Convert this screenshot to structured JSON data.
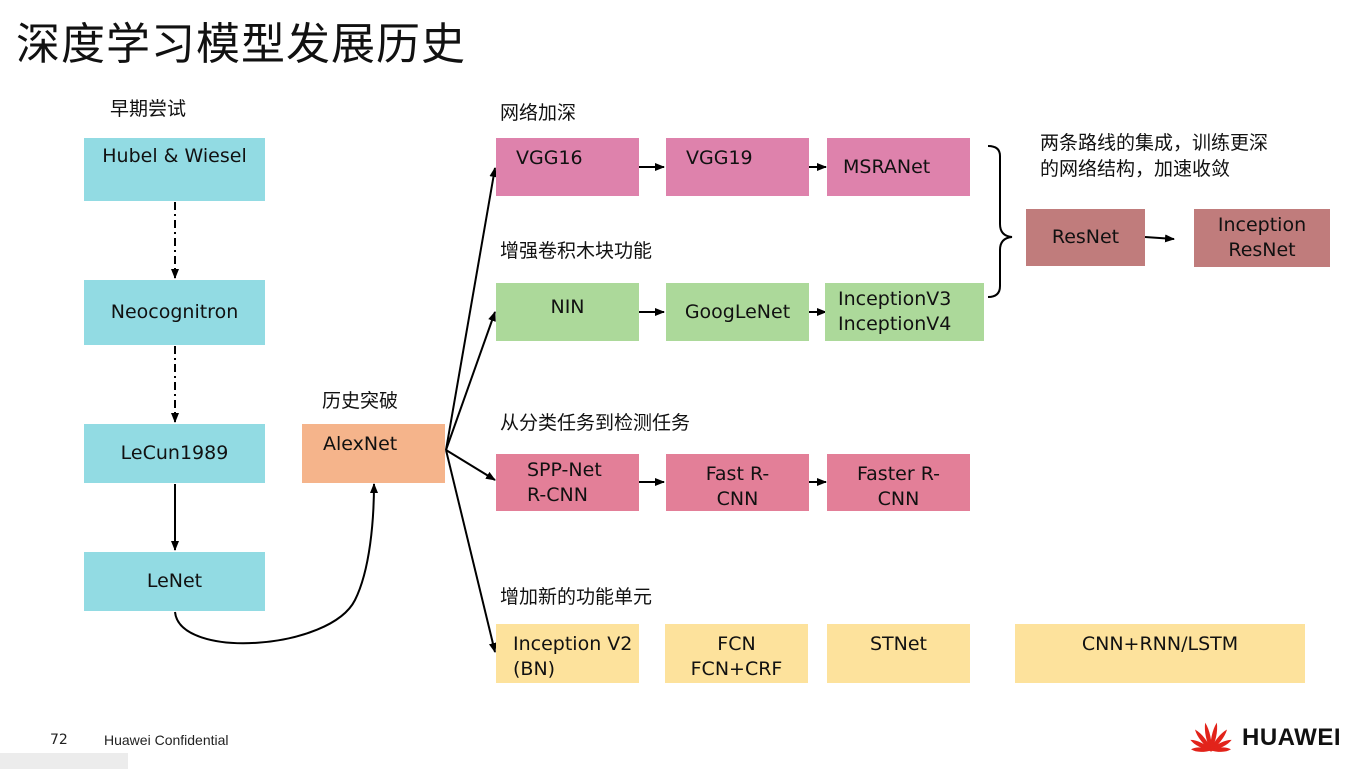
{
  "title": "深度学习模型发展历史",
  "sections": {
    "early": "早期尝试",
    "breakthrough": "历史突破",
    "deeper": "网络加深",
    "conv": "增强卷积木块功能",
    "detect": "从分类任务到检测任务",
    "newunits": "增加新的功能单元",
    "integration": [
      "两条路线的集成，训练更深",
      "的网络结构，加速收敛"
    ]
  },
  "nodes": {
    "hubel": [
      "Hubel & Wiesel"
    ],
    "neocog": [
      "Neocognitron"
    ],
    "lecun": [
      "LeCun1989"
    ],
    "lenet": [
      "LeNet"
    ],
    "alexnet": [
      "AlexNet"
    ],
    "vgg16": [
      "VGG16"
    ],
    "vgg19": [
      "VGG19"
    ],
    "msranet": [
      "MSRANet"
    ],
    "nin": [
      "NIN"
    ],
    "googlenet": [
      "GoogLeNet"
    ],
    "inception34": [
      "InceptionV3",
      "InceptionV4"
    ],
    "spp": [
      "SPP-Net",
      "R-CNN"
    ],
    "fastrcnn": [
      "Fast R-",
      "CNN"
    ],
    "fasterrcnn": [
      "Faster R-",
      "CNN"
    ],
    "inceptionv2": [
      "Inception V2",
      "(BN)"
    ],
    "fcn": [
      "FCN",
      "FCN+CRF"
    ],
    "stnet": [
      "STNet"
    ],
    "cnnrnn": [
      "CNN+RNN/LSTM"
    ],
    "resnet": [
      "ResNet"
    ],
    "inceptionresnet": [
      "Inception",
      "ResNet"
    ]
  },
  "footer": {
    "page_number": "72",
    "confidential": "Huawei Confidential",
    "brand": "HUAWEI"
  },
  "colors": {
    "cyan": "#92dbe3",
    "orange": "#f5b48b",
    "pink": "#de82ac",
    "green": "#acd99a",
    "red": "#e37f98",
    "yellow": "#fde29c",
    "brown": "#c07c7c",
    "logo_red": "#e2231a"
  }
}
